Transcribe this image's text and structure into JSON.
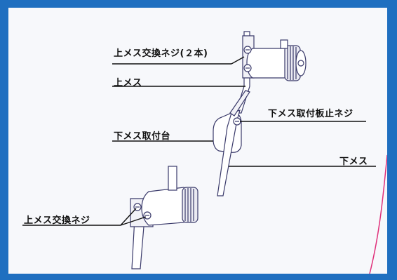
{
  "labels": {
    "upper_blade_screws_2": "上メス交換ネジ(２本)",
    "upper_blade": "上メス",
    "lower_blade_mount": "下メス取付台",
    "lower_blade_plate_screw": "下メス取付板止ネジ",
    "lower_blade": "下メス",
    "upper_blade_screw": "上メス交換ネジ"
  },
  "colors": {
    "frame": "#1f6fc0",
    "panel": "#f7f8fb",
    "line": "#111111",
    "part_stroke": "#3a3a6a",
    "part_fill": "#ffffff",
    "accent_line": "#e0307a"
  }
}
